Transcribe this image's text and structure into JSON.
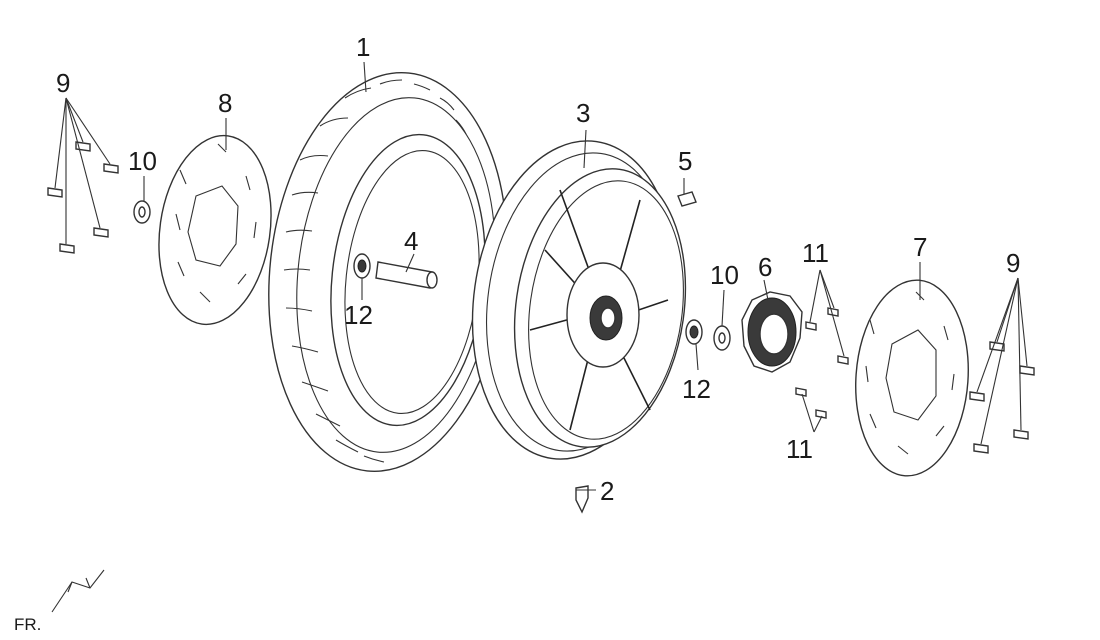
{
  "callouts": {
    "c1": "1",
    "c2": "2",
    "c3": "3",
    "c4": "4",
    "c5": "5",
    "c6": "6",
    "c7": "7",
    "c8": "8",
    "c9_left": "9",
    "c9_right": "9",
    "c10_left": "10",
    "c10_right": "10",
    "c11_top": "11",
    "c11_bottom": "11",
    "c12_left": "12",
    "c12_right": "12"
  },
  "direction": {
    "label": "FR."
  },
  "colors": {
    "line": "#222222",
    "fill": "#ffffff",
    "hub": "#3a3a3a"
  }
}
